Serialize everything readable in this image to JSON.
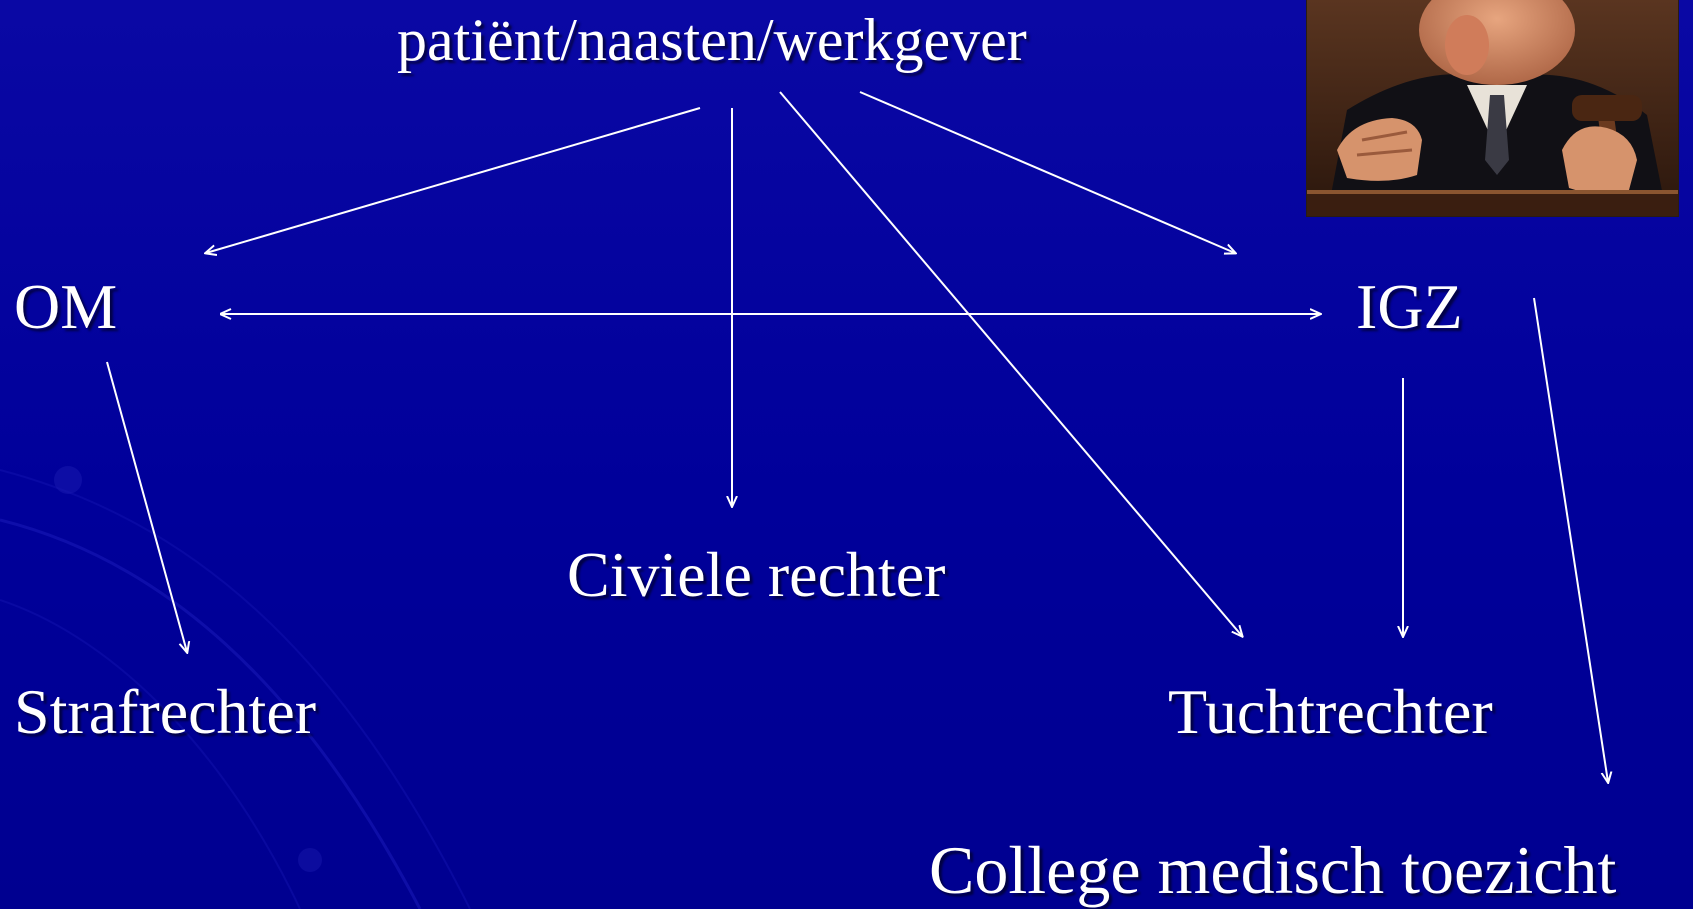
{
  "diagram": {
    "nodes": {
      "top": "patiënt/naasten/werkgever",
      "om": "OM",
      "igz": "IGZ",
      "civiel": "Civiele rechter",
      "straf": "Strafrechter",
      "tucht": "Tuchtrechter",
      "college": "College medisch toezicht"
    },
    "edges": [
      {
        "from": "patiënt/naasten/werkgever",
        "to": "OM"
      },
      {
        "from": "patiënt/naasten/werkgever",
        "to": "Civiele rechter"
      },
      {
        "from": "patiënt/naasten/werkgever",
        "to": "Tuchtrechter"
      },
      {
        "from": "patiënt/naasten/werkgever",
        "to": "IGZ"
      },
      {
        "from": "OM",
        "to": "IGZ",
        "bidirectional": true
      },
      {
        "from": "OM",
        "to": "Strafrechter"
      },
      {
        "from": "IGZ",
        "to": "Tuchtrechter"
      },
      {
        "from": "IGZ",
        "to": "College medisch toezicht"
      }
    ]
  },
  "image": {
    "subject": "judge-with-gavel-illustration"
  },
  "colors": {
    "background": "#00009a",
    "text": "#ffffff",
    "arrow": "#ffffff"
  }
}
